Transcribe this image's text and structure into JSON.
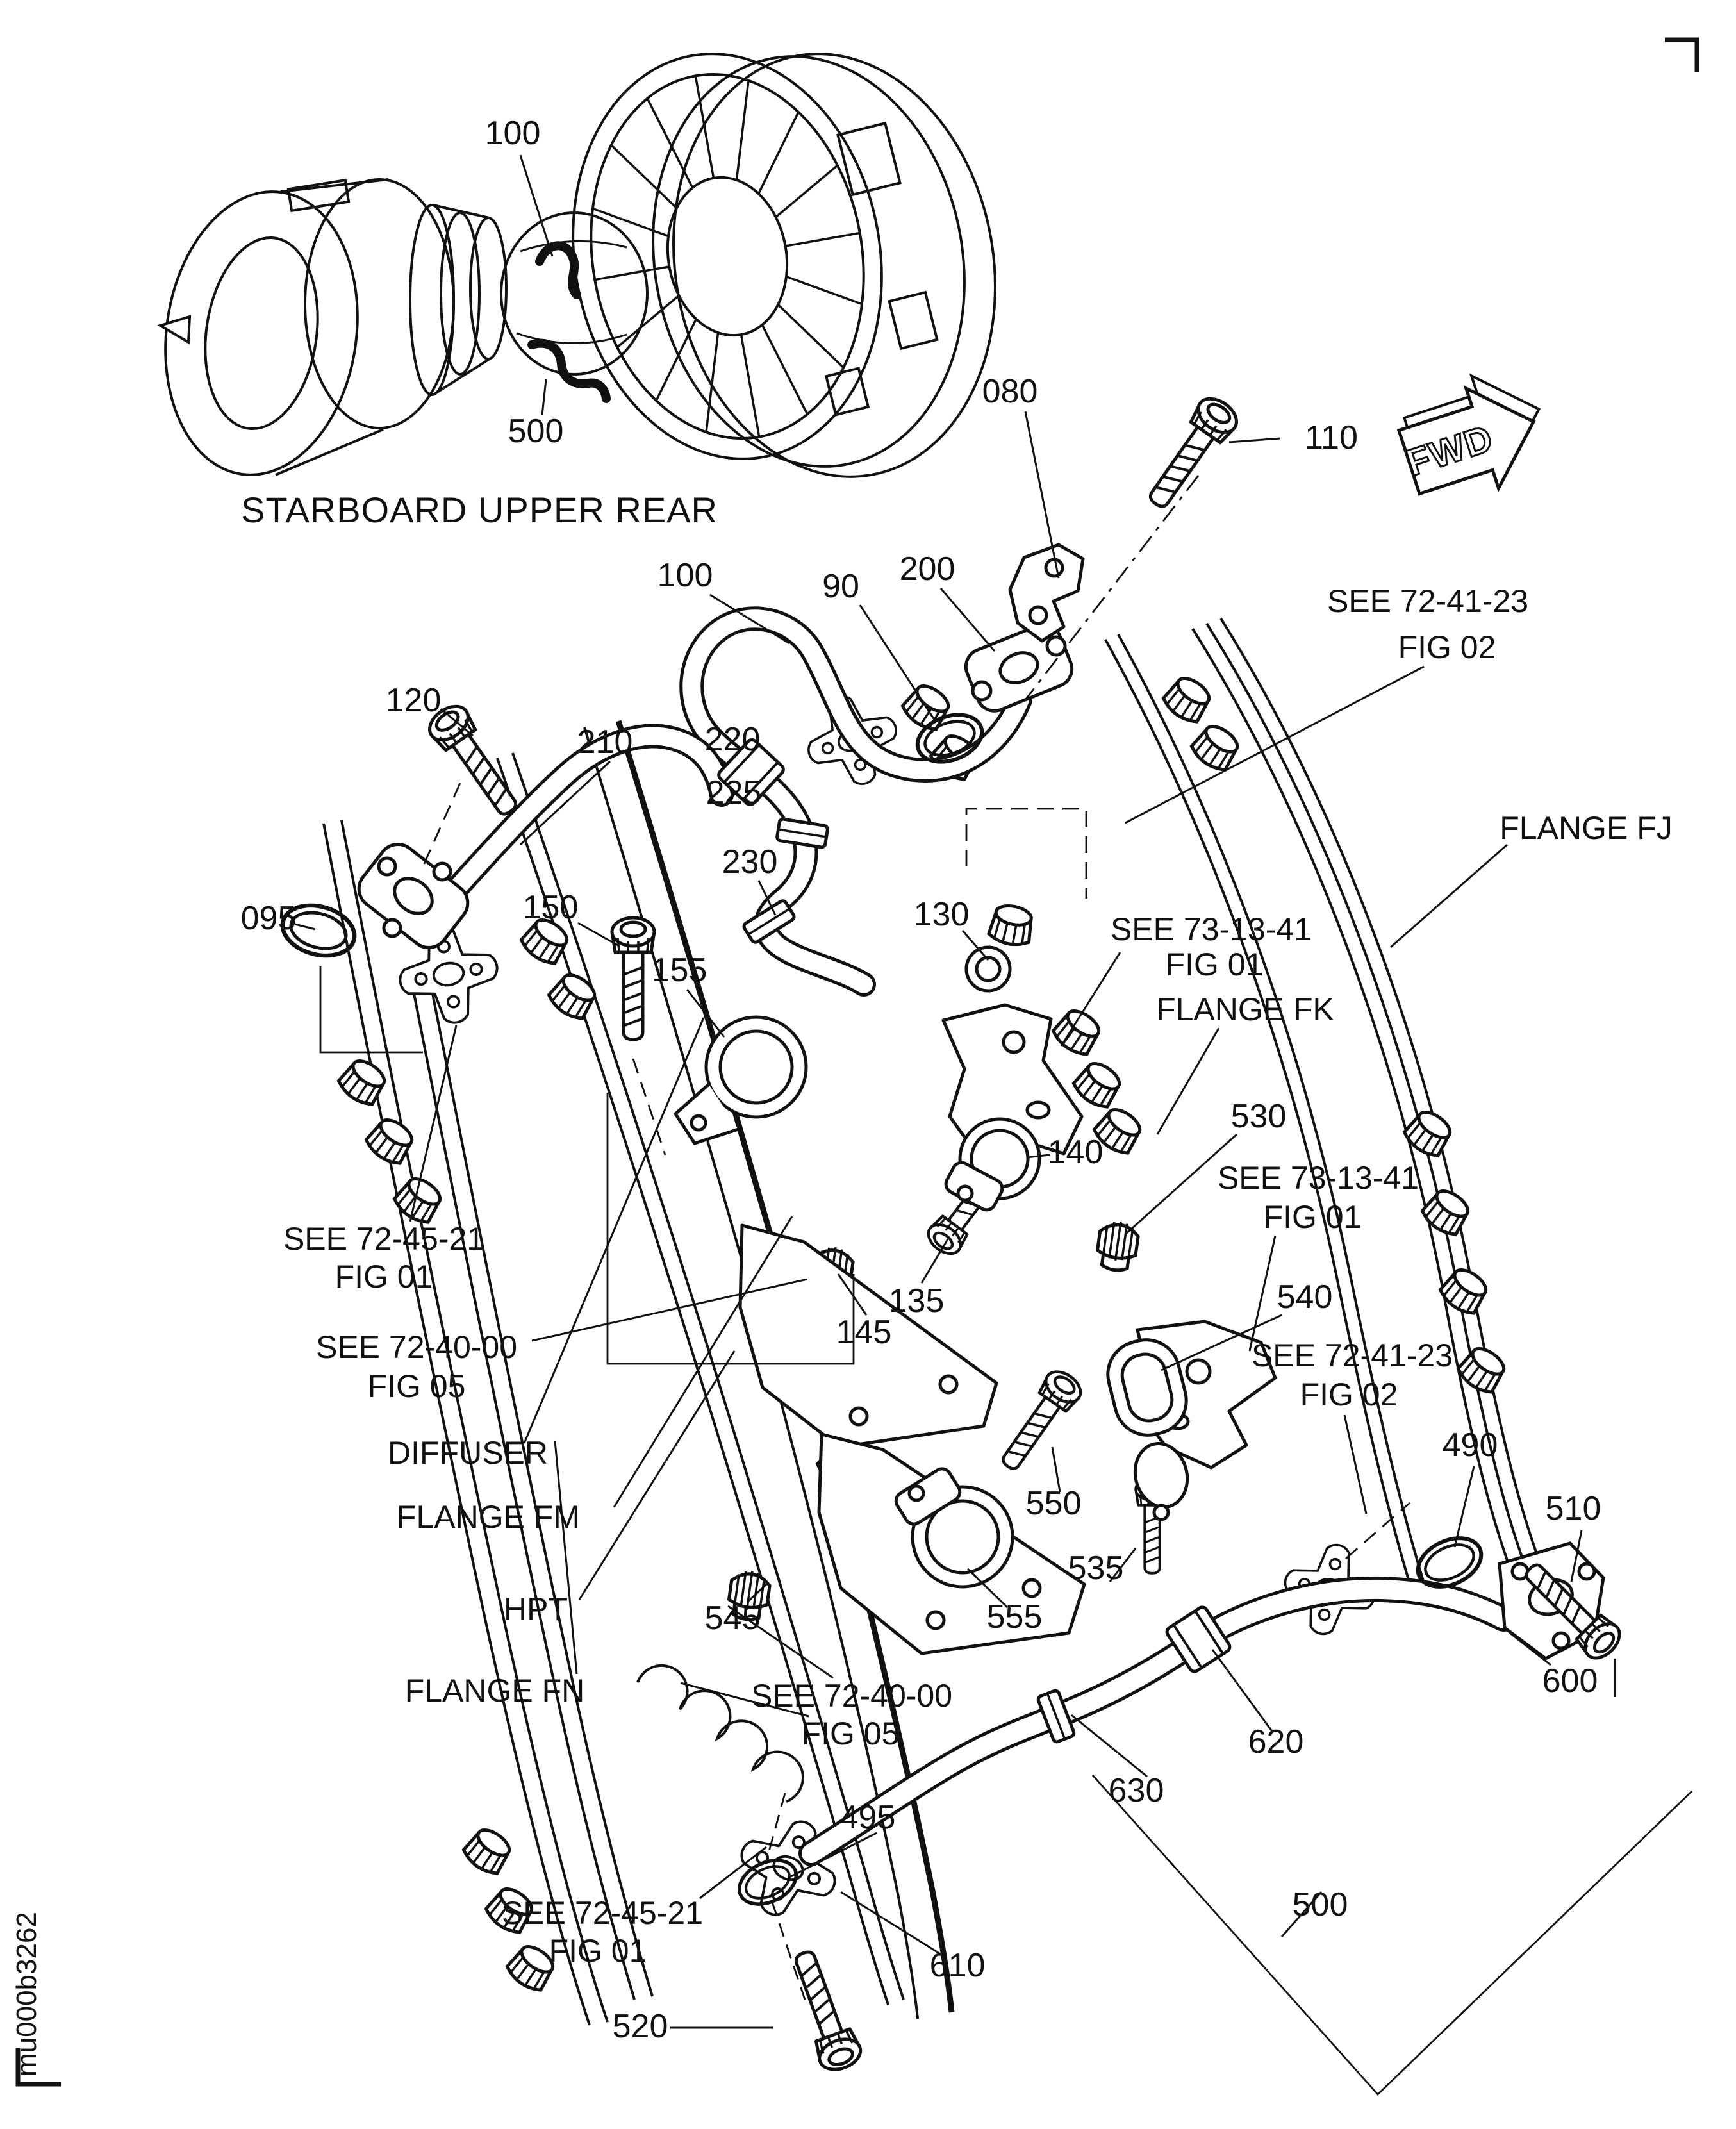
{
  "figure": {
    "caption": "STARBOARD UPPER REAR",
    "direction_indicator": "FWD",
    "doc_code": "mu000b3262"
  },
  "callouts": {
    "ov100": "100",
    "ov500": "500",
    "b080": "080",
    "b110": "110",
    "t100": "100",
    "s090": "90",
    "br200": "200",
    "b120": "120",
    "f210": "210",
    "c220": "220",
    "c225": "225",
    "c230": "230",
    "s095": "095",
    "b150": "150",
    "br155": "155",
    "p130": "130",
    "n530": "530",
    "c140": "140",
    "b135": "135",
    "n145": "145",
    "c540": "540",
    "s490": "490",
    "b510": "510",
    "b550": "550",
    "p535": "535",
    "c555": "555",
    "n545": "545",
    "f600": "600",
    "c620": "620",
    "c630": "630",
    "t500": "500",
    "s495": "495",
    "f610": "610",
    "b520": "520"
  },
  "labels": {
    "flange_fj": "FLANGE FJ",
    "flange_fk": "FLANGE FK",
    "flange_fm": "FLANGE FM",
    "flange_fn": "FLANGE FN",
    "diffuser": "DIFFUSER",
    "hpt": "HPT"
  },
  "references": {
    "ref1": {
      "line1": "SEE 72-41-23",
      "line2": "FIG 02"
    },
    "ref2": {
      "line1": "SEE 73-13-41",
      "line2": "FIG 01"
    },
    "ref3": {
      "line1": "SEE 73-13-41",
      "line2": "FIG 01"
    },
    "ref4": {
      "line1": "SEE 72-45-21",
      "line2": "FIG 01"
    },
    "ref5": {
      "line1": "SEE 72-40-00",
      "line2": "FIG 05"
    },
    "ref6": {
      "line1": "SEE 72-41-23",
      "line2": "FIG 02"
    },
    "ref7": {
      "line1": "SEE 72-40-00",
      "line2": "FIG 05"
    },
    "ref8": {
      "line1": "SEE 72-45-21",
      "line2": "FIG 01"
    }
  }
}
